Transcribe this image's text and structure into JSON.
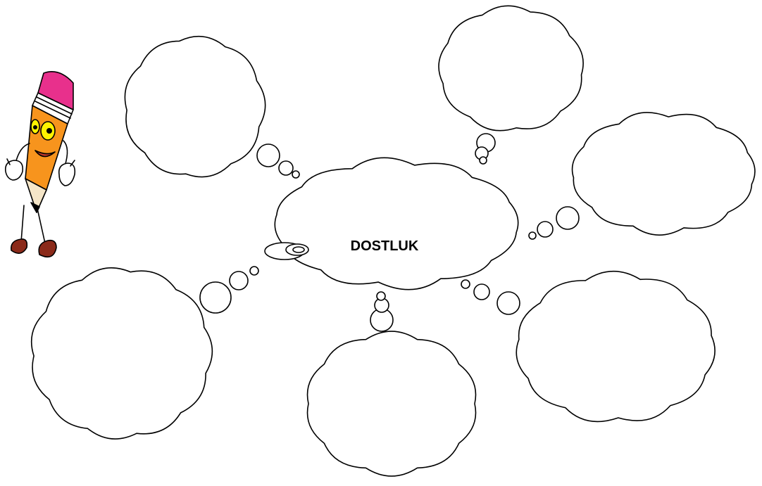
{
  "diagram": {
    "center_label": "DOSTLUK",
    "empty_clouds": [
      {
        "name": "cloud-top-left",
        "text": ""
      },
      {
        "name": "cloud-top-right",
        "text": ""
      },
      {
        "name": "cloud-right",
        "text": ""
      },
      {
        "name": "cloud-bottom-right",
        "text": ""
      },
      {
        "name": "cloud-bottom-center",
        "text": ""
      },
      {
        "name": "cloud-bottom-left",
        "text": ""
      }
    ]
  },
  "mascot": {
    "icon": "pencil-mascot-icon"
  },
  "colors": {
    "outline": "#000000",
    "cloud_fill": "#ffffff",
    "pencil_body": "#f7941d",
    "eraser": "#e8308c",
    "ferrule": "#ffffff",
    "eye": "#fff200",
    "arm": "#4a90d9",
    "shoe": "#8b2a1a"
  }
}
